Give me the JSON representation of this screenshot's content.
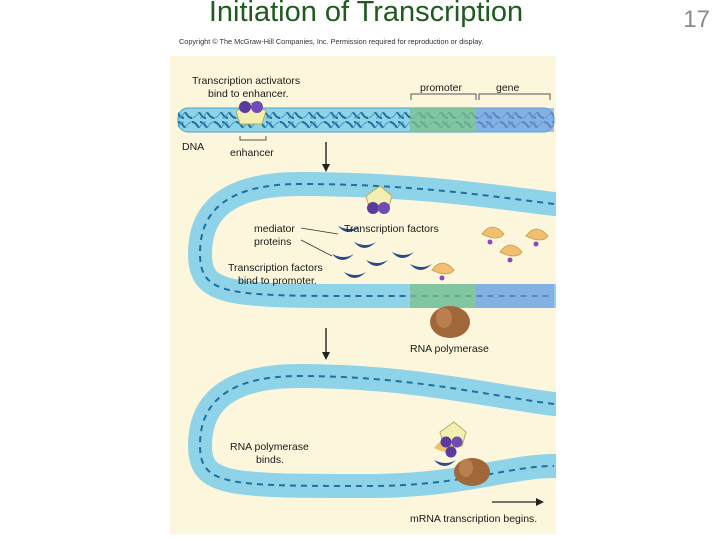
{
  "slide": {
    "title": "Initiation of Transcription",
    "number": "17",
    "copyright": "Copyright © The McGraw-Hill Companies, Inc. Permission required for reproduction or display."
  },
  "diagram": {
    "labels": {
      "activators_line1": "Transcription activators",
      "activators_line2": "bind to enhancer.",
      "promoter": "promoter",
      "gene": "gene",
      "dna": "DNA",
      "enhancer": "enhancer",
      "mediator_line1": "mediator",
      "mediator_line2": "proteins",
      "transcription_factors": "Transcription factors",
      "tf_bind_line1": "Transcription factors",
      "tf_bind_line2": "bind to promoter.",
      "rna_polymerase": "RNA polymerase",
      "rnap_binds_line1": "RNA polymerase",
      "rnap_binds_line2": "binds.",
      "mrna_begins": "mRNA transcription begins."
    },
    "colors": {
      "panel": "#fbf6dc",
      "dna": "#7ec8e0",
      "dna_strand": "#1f6fa0",
      "promoter": "#7cc08a",
      "gene": "#7b9be0",
      "activator": "#5b3a9e",
      "factor": "#2a4a88",
      "factor_alt": "#f0c070",
      "polymerase": "#a0673a"
    }
  }
}
